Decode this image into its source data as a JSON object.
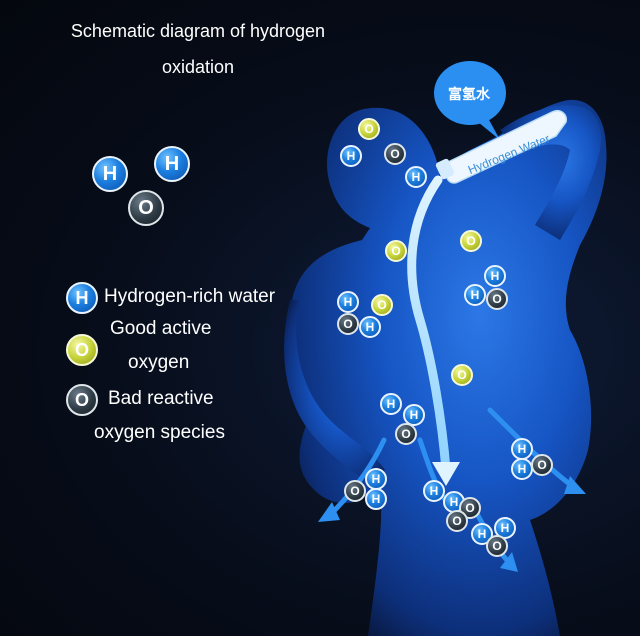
{
  "title": {
    "line1": "Schematic diagram of hydrogen",
    "line2": "oxidation"
  },
  "molecule_labels": {
    "hydrogen": "H",
    "oxygen": "O"
  },
  "legend": [
    {
      "symbol": "H",
      "kind": "hydrogen",
      "line1": "Hydrogen-rich water",
      "line2": ""
    },
    {
      "symbol": "O",
      "kind": "good-oxygen",
      "line1": "Good active",
      "line2": "oxygen"
    },
    {
      "symbol": "O",
      "kind": "bad-oxygen",
      "line1": "Bad reactive",
      "line2": "oxygen species"
    }
  ],
  "speech_bubble": {
    "text": "富氢水"
  },
  "bottle": {
    "label": "Hydrogen Water"
  },
  "colors": {
    "hydrogen": "#1c7fe0",
    "good_oxygen": "#c7d33a",
    "bad_oxygen": "#2f3c46",
    "body": "#1650b8",
    "background": "#060b14"
  }
}
